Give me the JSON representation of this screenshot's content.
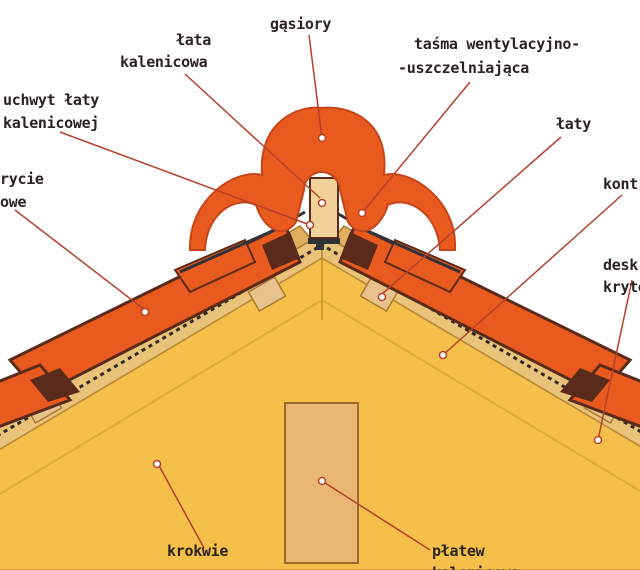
{
  "colors": {
    "tile": "#e95a1f",
    "tile_outline": "#5a2b1a",
    "rafter": "#f4c04a",
    "rafter_edge": "#d89c2c",
    "batten": "#e8c28c",
    "counter_batten": "#dfae5f",
    "membrane": "#eee0b8",
    "purlin": "#e8b774",
    "metal": "#2f3338",
    "leader": "#b5412b",
    "text": "#2a2320"
  },
  "labels": {
    "gasiory": "gąsiory",
    "lata_kalenicowa_1": "łata",
    "lata_kalenicowa_2": "kalenicowa",
    "tasma_1": "taśma wentylacyjno-",
    "tasma_2": "-uszczelniająca",
    "uchwyt_1": "uchwyt łaty",
    "uchwyt_2": "kalenicowej",
    "laty": "łaty",
    "pokrycie_1": "rycie",
    "pokrycie_2": "owe",
    "kontrlaty": "kont",
    "deskowanie_1": "desk",
    "deskowanie_2": "kryte",
    "krokwie": "krokwie",
    "platew_1": "płatew",
    "platew_2": "kalenicowa"
  }
}
